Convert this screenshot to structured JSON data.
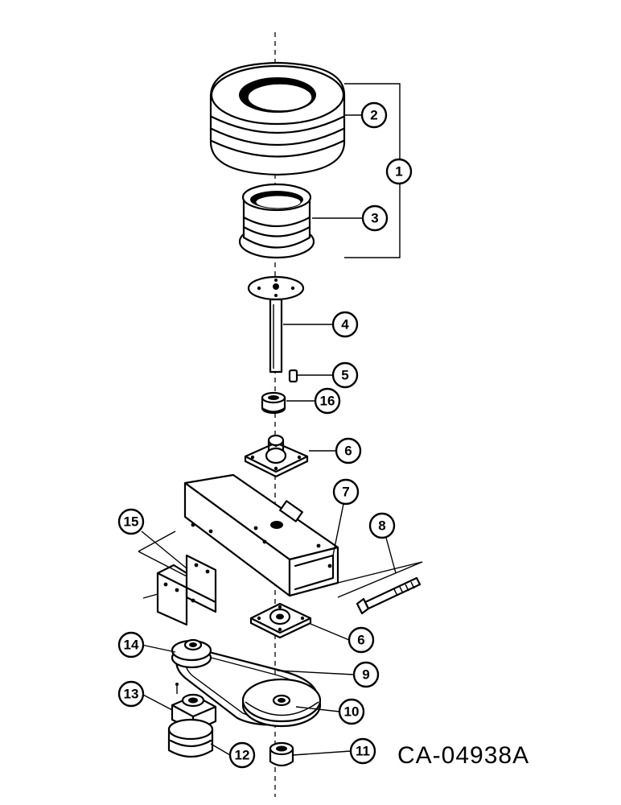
{
  "reference_code": "CA-04938A",
  "callouts": [
    {
      "id": "c1",
      "label": "1"
    },
    {
      "id": "c2",
      "label": "2"
    },
    {
      "id": "c3",
      "label": "3"
    },
    {
      "id": "c4",
      "label": "4"
    },
    {
      "id": "c5",
      "label": "5"
    },
    {
      "id": "c16",
      "label": "16"
    },
    {
      "id": "c6a",
      "label": "6"
    },
    {
      "id": "c7",
      "label": "7"
    },
    {
      "id": "c8",
      "label": "8"
    },
    {
      "id": "c15",
      "label": "15"
    },
    {
      "id": "c6b",
      "label": "6"
    },
    {
      "id": "c14",
      "label": "14"
    },
    {
      "id": "c9",
      "label": "9"
    },
    {
      "id": "c13",
      "label": "13"
    },
    {
      "id": "c10",
      "label": "10"
    },
    {
      "id": "c12",
      "label": "12"
    },
    {
      "id": "c11",
      "label": "11"
    }
  ]
}
